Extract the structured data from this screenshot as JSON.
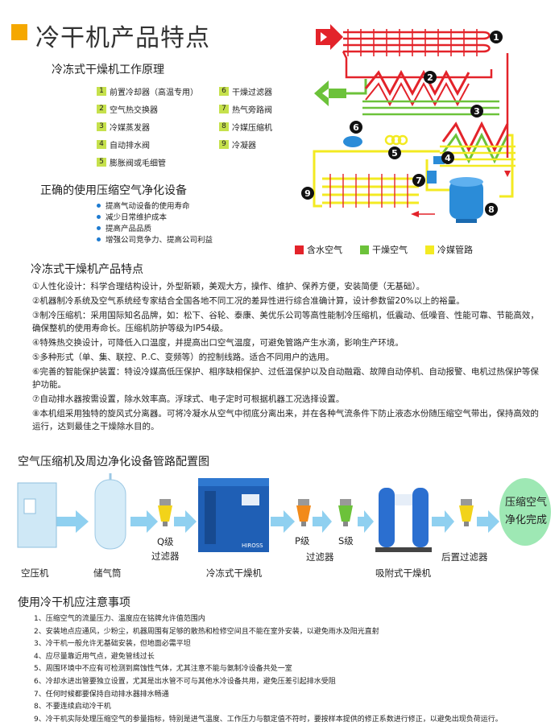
{
  "header": {
    "title": "冷干机产品特点"
  },
  "principle": {
    "heading": "冷冻式干燥机工作原理",
    "components": [
      {
        "num": "1",
        "label": "前置冷却器（高温专用）"
      },
      {
        "num": "2",
        "label": "空气热交换器"
      },
      {
        "num": "3",
        "label": "冷媒蒸发器"
      },
      {
        "num": "4",
        "label": "自动排水阀"
      },
      {
        "num": "5",
        "label": "膨胀阀或毛细管"
      },
      {
        "num": "6",
        "label": "干燥过滤器"
      },
      {
        "num": "7",
        "label": "热气旁路阀"
      },
      {
        "num": "8",
        "label": "冷媒压缩机"
      },
      {
        "num": "9",
        "label": "冷凝器"
      }
    ]
  },
  "usage": {
    "heading": "正确的使用压缩空气净化设备",
    "items": [
      "提高气动设备的使用寿命",
      "减少日常维护成本",
      "提高产品品质",
      "增强公司竞争力、提高公司利益"
    ]
  },
  "diagram": {
    "markers": [
      "1",
      "2",
      "3",
      "4",
      "5",
      "6",
      "7",
      "8",
      "9"
    ],
    "legend": [
      {
        "label": "含水空气",
        "color": "#e3232a"
      },
      {
        "label": "干燥空气",
        "color": "#6cc23a"
      },
      {
        "label": "冷媒管路",
        "color": "#f3ea22"
      }
    ]
  },
  "features": {
    "heading": "冷冻式干燥机产品特点",
    "items": [
      "①人性化设计：科学合理结构设计，外型新颖，美观大方，操作、维护、保养方便，安装简便（无基础）。",
      "②机器制冷系统及空气系统经专家结合全国各地不同工况的差异性进行综合准确计算，设计参数留20%以上的裕量。",
      "③制冷压缩机：采用国际知名品牌，如：松下、谷轮、泰康、美优乐公司等高性能制冷压缩机，低震动、低噪音、性能可靠、节能高效，确保整机的使用寿命长。压缩机防护等级为IP54级。",
      "④特殊热交换设计，可降低入口温度，并提高出口空气温度，可避免管路产生水滴，影响生产环境。",
      "⑤多种形式（单、集、联控、P..C、变频等）的控制线路。适合不同用户的选用。",
      "⑥完善的智能保护装置：特设冷媒高低压保护、相序缺相保护、过低温保护以及自动融霜、故障自动停机、自动报警、电机过热保护等保护功能。",
      "⑦自动排水器按需设置，除水效率高。浮球式、电子定时可根据机器工况选择设置。",
      "⑧本机组采用独特的旋风式分离器。可将冷凝水从空气中彻底分离出来，并在各种气流条件下防止液态水份随压缩空气带出，保持高效的运行，达到最佳之干燥除水目的。"
    ]
  },
  "pipeline": {
    "heading": "空气压缩机及周边净化设备管路配置图",
    "labels": {
      "compressor": "空压机",
      "tank": "储气筒",
      "q_filter": "Q级\n过滤器",
      "dryer": "冷冻式干燥机",
      "p_filter": "P级",
      "s_filter": "S级",
      "filters": "过滤器",
      "adsorption": "吸附式干燥机",
      "post_filter": "后置过滤器",
      "done": "压缩空气\n净化完成",
      "brand": "HIROSS"
    }
  },
  "notes": {
    "heading": "使用冷干机应注意事项",
    "items": [
      "1、压缩空气的流量压力、温度应在铭牌允许值范围内",
      "2、安装地点应通风，少粉尘，机器周围有足够的散热和检修空间且不能在室外安装，以避免雨水及阳光直射",
      "3、冷干机一般允许无基础安装，但地面必需平坦",
      "4、应尽量靠近用气点，避免管线过长",
      "5、周围环境中不应有可检测到腐蚀性气体，尤其注意不能与氨制冷设备共处一室",
      "6、冷却水进出管要独立设置，尤其是出水管不可与其他水冷设备共用，避免压差引起排水受阻",
      "7、任何时候都要保持自动排水器排水畅通",
      "8、不要连续启动冷干机",
      "9、冷干机实际处理压缩空气的参量指标，特别是进气温度、工作压力与额定值不符时，要按样本提供的修正系数进行修正，以避免出现负荷运行。"
    ]
  }
}
